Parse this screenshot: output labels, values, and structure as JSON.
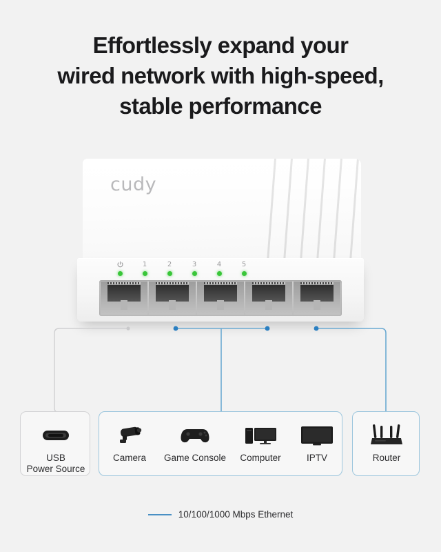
{
  "headline": {
    "lines": [
      "Effortlessly expand your",
      "wired network with high-speed,",
      "stable performance"
    ]
  },
  "device": {
    "brand": "cudy",
    "indicators": [
      {
        "name": "power-led",
        "label": "⏻",
        "is_icon": true
      },
      {
        "name": "port-1-led",
        "label": "1",
        "is_icon": false
      },
      {
        "name": "port-2-led",
        "label": "2",
        "is_icon": false
      },
      {
        "name": "port-3-led",
        "label": "3",
        "is_icon": false
      },
      {
        "name": "port-4-led",
        "label": "4",
        "is_icon": false
      },
      {
        "name": "port-5-led",
        "label": "5",
        "is_icon": false
      }
    ],
    "led_color": "#39c639",
    "port_count": 5
  },
  "connections": {
    "power_line_color": "#cccccc",
    "ethernet_line_color": "#4a90c4",
    "node_color": "#2a7fc1"
  },
  "boxes": [
    {
      "id": "usb-power",
      "border": "gray",
      "items": [
        {
          "icon": "usb-c-connector-icon",
          "label": "USB\nPower Source"
        }
      ]
    },
    {
      "id": "ethernet-clients",
      "border": "blue",
      "items": [
        {
          "icon": "security-camera-icon",
          "label": "Camera"
        },
        {
          "icon": "game-controller-icon",
          "label": "Game Console"
        },
        {
          "icon": "desktop-computer-icon",
          "label": "Computer"
        },
        {
          "icon": "television-icon",
          "label": "IPTV"
        }
      ]
    },
    {
      "id": "uplink",
      "border": "blue",
      "items": [
        {
          "icon": "wifi-router-icon",
          "label": "Router"
        }
      ]
    }
  ],
  "legend": {
    "line_color": "#4a90c4",
    "text": "10/100/1000 Mbps Ethernet"
  }
}
